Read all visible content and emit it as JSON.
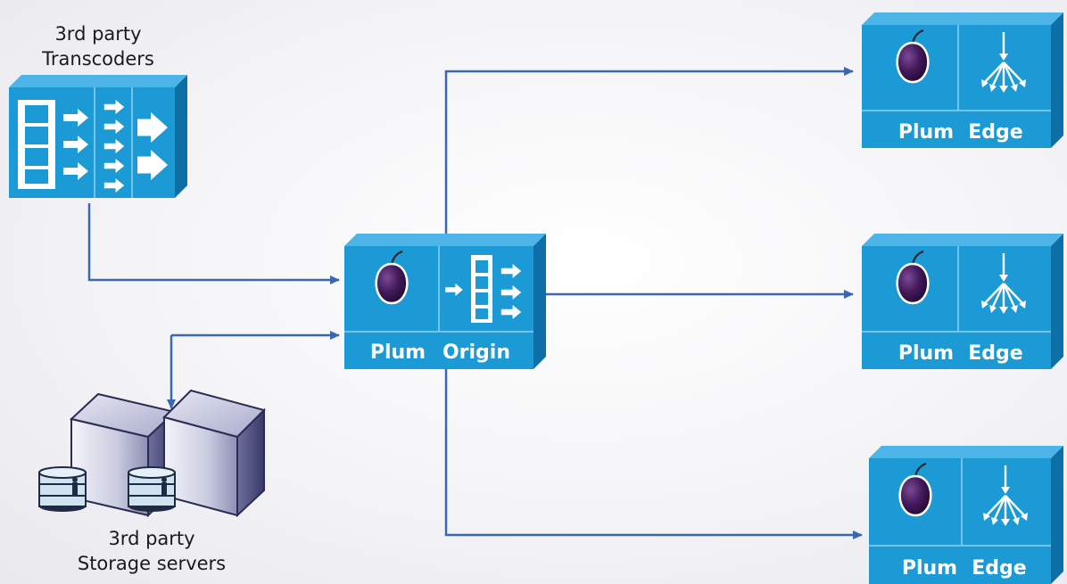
{
  "transcoders": {
    "line1": "3rd party",
    "line2": "Transcoders"
  },
  "storage": {
    "line1": "3rd party",
    "line2": "Storage servers"
  },
  "origin": {
    "label_left": "Plum",
    "label_right": "Origin"
  },
  "edges": [
    {
      "label_left": "Plum",
      "label_right": "Edge"
    },
    {
      "label_left": "Plum",
      "label_right": "Edge"
    },
    {
      "label_left": "Plum",
      "label_right": "Edge"
    }
  ],
  "colors": {
    "box_front": "#1c9ad6",
    "box_top": "#4cb4e6",
    "box_side": "#0e6fa6",
    "connector": "#3b66b0",
    "plum": "#3d1a55"
  },
  "icons": [
    "plum-icon",
    "film-strip-icon",
    "forward-arrows-icon",
    "distribution-arrows-icon",
    "database-icon",
    "server-tower-icon"
  ]
}
